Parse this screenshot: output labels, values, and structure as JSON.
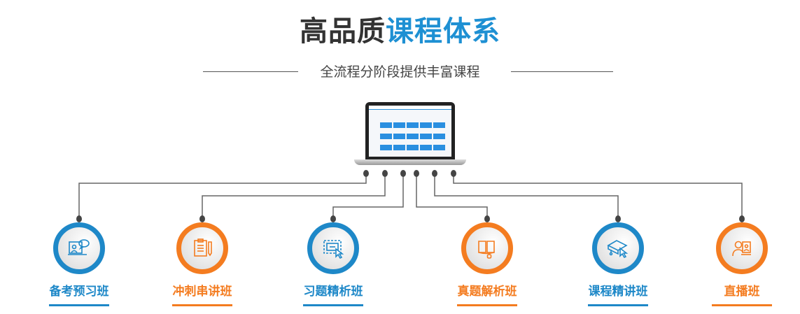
{
  "header": {
    "title_dark": "高品质",
    "title_blue": "课程体系",
    "subtitle": "全流程分阶段提供丰富课程"
  },
  "colors": {
    "blue": "#1e88c8",
    "orange": "#f47c20",
    "title_dark": "#333333",
    "connector": "#666666"
  },
  "courses": [
    {
      "label": "备考预习班",
      "icon": "online-tutor-icon",
      "color": "blue"
    },
    {
      "label": "冲刺串讲班",
      "icon": "clipboard-checklist-icon",
      "color": "orange"
    },
    {
      "label": "习题精析班",
      "icon": "exercise-click-icon",
      "color": "blue"
    },
    {
      "label": "真题解析班",
      "icon": "open-book-icon",
      "color": "orange"
    },
    {
      "label": "课程精讲班",
      "icon": "graduation-cap-click-icon",
      "color": "blue"
    },
    {
      "label": "直播班",
      "icon": "live-stream-icon",
      "color": "orange"
    }
  ]
}
